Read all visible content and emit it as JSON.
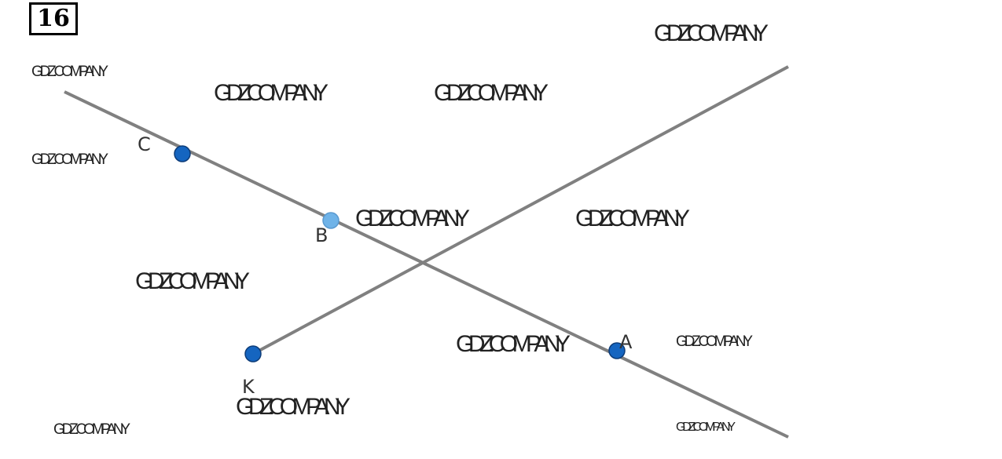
{
  "problem_number": "16",
  "watermark": "GDZ.COMPANY",
  "points": {
    "A": "A",
    "B": "B",
    "C": "C",
    "K": "K"
  },
  "colors": {
    "line": "#808080",
    "point": "#1565c0",
    "point_b": "#6fb3e8"
  }
}
